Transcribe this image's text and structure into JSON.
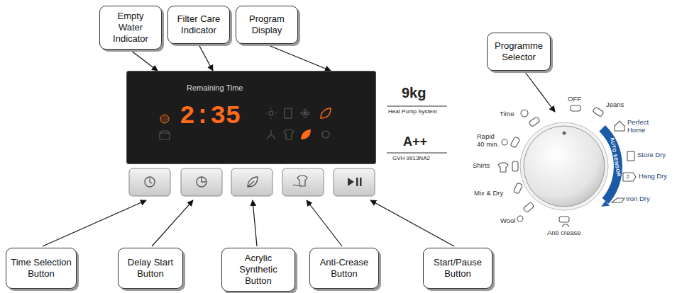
{
  "diagram": {
    "nodes": [
      {
        "text": [
          "Empty Water Indicator"
        ]
      },
      {
        "text": [
          "Filter Care Indicator"
        ]
      },
      {
        "text": [
          "Program Display"
        ]
      },
      {
        "text": [
          "Programme Selector"
        ]
      },
      {
        "text": [
          "Remaining Time",
          "2:35"
        ]
      },
      {
        "text": [
          "Time Selection Button"
        ]
      },
      {
        "text": [
          "Delay Start Button"
        ]
      },
      {
        "text": [
          "Acrylic Synthetic Button"
        ]
      },
      {
        "text": [
          "Anti-Crease Button"
        ]
      },
      {
        "text": [
          "Start/Pause Button"
        ]
      }
    ],
    "edges": [
      {
        "from": 0,
        "to": 4,
        "arrow": "to"
      },
      {
        "from": 1,
        "to": 4,
        "arrow": "to"
      },
      {
        "from": 2,
        "to": 4,
        "arrow": "to"
      }
    ],
    "labels": [
      "9kg",
      "Heat Pump System",
      "A++",
      "GVH 9913NA2",
      "OFF",
      "Jeans",
      "Perfect Home",
      "Store Dry",
      "Hang Dry",
      "Iron Dry",
      "Anti crease",
      "Wool",
      "Mix & Dry",
      "Shirts",
      "Rapid 40 min.",
      "Time",
      "AUTO SENSOR",
      "2"
    ]
  }
}
